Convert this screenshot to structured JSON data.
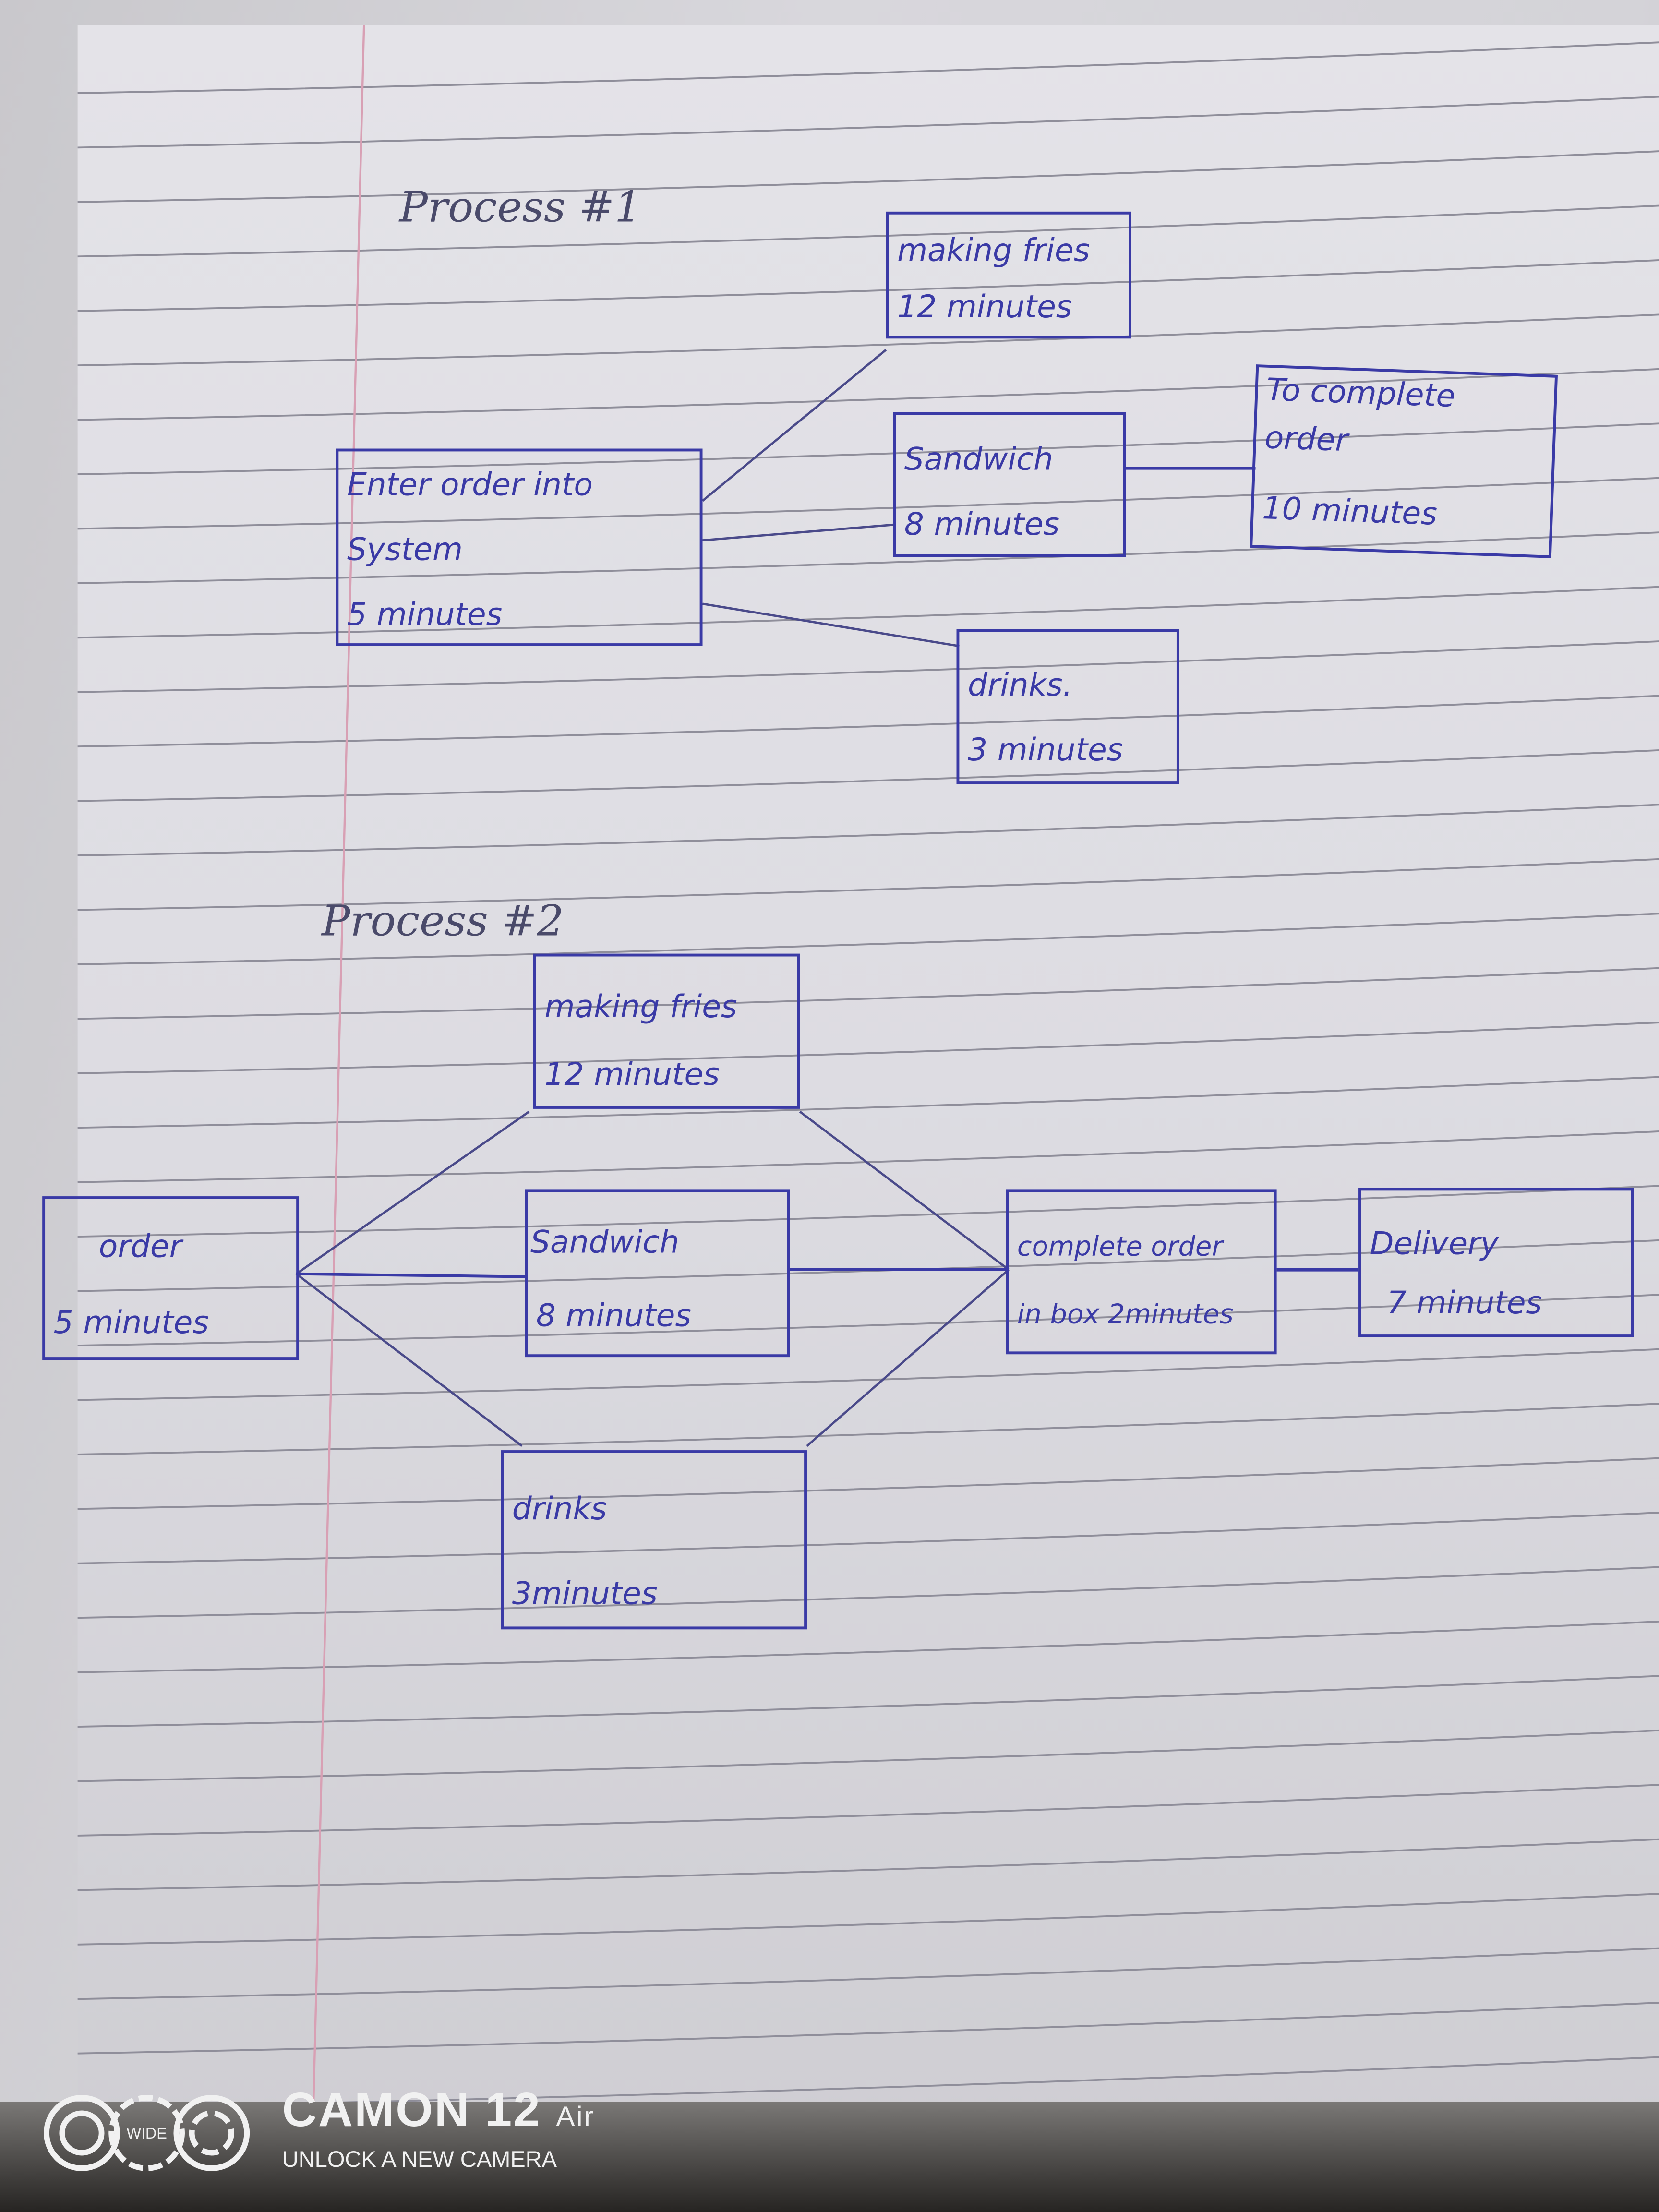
{
  "process1": {
    "title": "Process #1",
    "boxes": {
      "enter_order": {
        "line1": "Enter order into",
        "line2": "System",
        "line3": "5 minutes"
      },
      "fries": {
        "line1": "making fries",
        "line2": "12 minutes"
      },
      "sandwich": {
        "line1": "Sandwich",
        "line2": "8 minutes"
      },
      "complete": {
        "line1": "To complete",
        "line2": "order",
        "line3": "10 minutes"
      },
      "drinks": {
        "line1": "drinks.",
        "line2": "3 minutes"
      }
    }
  },
  "process2": {
    "title": "Process #2",
    "boxes": {
      "order": {
        "line1": "order",
        "line2": "5 minutes"
      },
      "fries": {
        "line1": "making fries",
        "line2": "12 minutes"
      },
      "sandwich": {
        "line1": "Sandwich",
        "line2": "8 minutes"
      },
      "drinks": {
        "line1": "drinks",
        "line2": "3minutes"
      },
      "complete": {
        "line1": "complete order",
        "line2": "in box 2minutes"
      },
      "delivery": {
        "line1": "Delivery",
        "line2": "7 minutes"
      }
    }
  },
  "watermark": {
    "wide_label": "WIDE",
    "brand": "CAMON 12",
    "brand_suffix": "Air",
    "tagline": "UNLOCK A NEW CAMERA"
  },
  "colors": {
    "ink": "#3a3aa6",
    "paper": "#e0dfe4",
    "rule": "#8f8e9a",
    "margin": "#d8a0b4"
  }
}
